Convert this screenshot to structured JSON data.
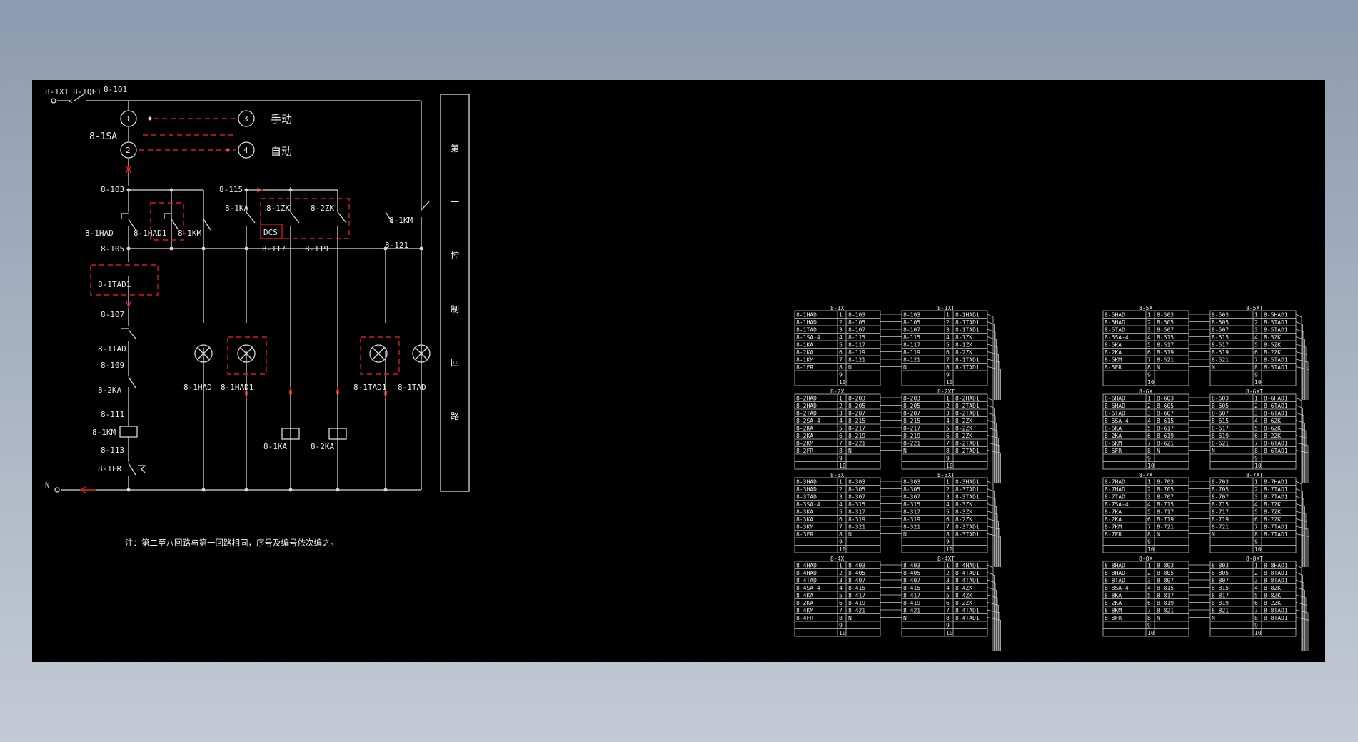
{
  "colors": {
    "background_outer": "#9aa6b8",
    "canvas": "#000000",
    "line": "#d8d8d8",
    "accent_red": "#d21e1e"
  },
  "schematic": {
    "top_labels": [
      "8-1X1",
      "8-1QF1",
      "8-101"
    ],
    "switch_label": "8-1SA",
    "switch_positions": [
      "1",
      "2",
      "3",
      "4"
    ],
    "manual_label": "手动",
    "auto_label": "自动",
    "wire_numbers": [
      "8-103",
      "8-105",
      "8-107",
      "8-109",
      "8-111",
      "8-113",
      "8-115",
      "8-117",
      "8-119",
      "8-121"
    ],
    "contacts": [
      "8-1HAD",
      "8-1HAD1",
      "8-1KM",
      "8-1KA",
      "8-1ZK",
      "8-2ZK",
      "8-1TAD1",
      "8-1TAD",
      "8-2KA",
      "8-1KM",
      "8-1FR"
    ],
    "coil_labels": [
      "8-1KA",
      "8-2KA"
    ],
    "dcs_label": "DCS",
    "lamp_labels": [
      "8-1HAD",
      "8-1HAD1",
      "8-1TAD1",
      "8-1TAD"
    ],
    "neutral_label": "N",
    "title_block_chars": [
      "第",
      "一",
      "控",
      "制",
      "回",
      "路"
    ],
    "note": "注：第二至八回路与第一回路相同，序号及编号依次编之。"
  },
  "terminal_tables": {
    "left_groups": [
      {
        "x_header": "8-1X",
        "xt_header": "8-1XT",
        "x_rows": [
          [
            "8-1HAD",
            "1",
            "8-103"
          ],
          [
            "8-1HAD",
            "2",
            "8-105"
          ],
          [
            "8-1TAD",
            "3",
            "8-107"
          ],
          [
            "8-1SA-4",
            "4",
            "8-115"
          ],
          [
            "8-1KA",
            "5",
            "8-117"
          ],
          [
            "8-2KA",
            "6",
            "8-119"
          ],
          [
            "8-1KM",
            "7",
            "8-121"
          ],
          [
            "8-1FR",
            "8",
            "N"
          ],
          [
            "",
            "9",
            ""
          ],
          [
            "",
            "10",
            ""
          ]
        ],
        "xt_rows": [
          [
            "8-103",
            "1",
            "8-1HAD1"
          ],
          [
            "8-105",
            "2",
            "8-1TAD1"
          ],
          [
            "8-107",
            "3",
            "8-1TAD1"
          ],
          [
            "8-115",
            "4",
            "8-1ZK"
          ],
          [
            "8-117",
            "5",
            "8-1ZK"
          ],
          [
            "8-119",
            "6",
            "8-2ZK"
          ],
          [
            "8-121",
            "7",
            "8-1TAD1"
          ],
          [
            "N",
            "8",
            "8-1TAD1"
          ],
          [
            "",
            "9",
            ""
          ],
          [
            "",
            "10",
            ""
          ]
        ]
      },
      {
        "x_header": "8-2X",
        "xt_header": "8-2XT",
        "x_rows": [
          [
            "8-2HAD",
            "1",
            "8-203"
          ],
          [
            "8-2HAD",
            "2",
            "8-205"
          ],
          [
            "8-2TAD",
            "3",
            "8-207"
          ],
          [
            "8-2SA-4",
            "4",
            "8-215"
          ],
          [
            "8-2KA",
            "5",
            "8-217"
          ],
          [
            "8-2KA",
            "6",
            "8-219"
          ],
          [
            "8-2KM",
            "7",
            "8-221"
          ],
          [
            "8-2FR",
            "8",
            "N"
          ],
          [
            "",
            "9",
            ""
          ],
          [
            "",
            "10",
            ""
          ]
        ],
        "xt_rows": [
          [
            "8-203",
            "1",
            "8-2HAD1"
          ],
          [
            "8-205",
            "2",
            "8-2TAD1"
          ],
          [
            "8-207",
            "3",
            "8-2TAD1"
          ],
          [
            "8-215",
            "4",
            "8-2ZK"
          ],
          [
            "8-217",
            "5",
            "8-2ZK"
          ],
          [
            "8-219",
            "6",
            "8-2ZK"
          ],
          [
            "8-221",
            "7",
            "8-2TAD1"
          ],
          [
            "N",
            "8",
            "8-2TAD1"
          ],
          [
            "",
            "9",
            ""
          ],
          [
            "",
            "10",
            ""
          ]
        ]
      },
      {
        "x_header": "8-3X",
        "xt_header": "8-3XT",
        "x_rows": [
          [
            "8-3HAD",
            "1",
            "8-303"
          ],
          [
            "8-3HAD",
            "2",
            "8-305"
          ],
          [
            "8-3TAD",
            "3",
            "8-307"
          ],
          [
            "8-3SA-4",
            "4",
            "8-315"
          ],
          [
            "8-3KA",
            "5",
            "8-317"
          ],
          [
            "8-3KA",
            "6",
            "8-319"
          ],
          [
            "8-3KM",
            "7",
            "8-321"
          ],
          [
            "8-3FR",
            "8",
            "N"
          ],
          [
            "",
            "9",
            ""
          ],
          [
            "",
            "10",
            ""
          ]
        ],
        "xt_rows": [
          [
            "8-303",
            "1",
            "8-3HAD1"
          ],
          [
            "8-305",
            "2",
            "8-3TAD1"
          ],
          [
            "8-307",
            "3",
            "8-3TAD1"
          ],
          [
            "8-315",
            "4",
            "8-3ZK"
          ],
          [
            "8-317",
            "5",
            "8-3ZK"
          ],
          [
            "8-319",
            "6",
            "8-2ZK"
          ],
          [
            "8-321",
            "7",
            "8-3TAD1"
          ],
          [
            "N",
            "8",
            "8-3TAD1"
          ],
          [
            "",
            "9",
            ""
          ],
          [
            "",
            "10",
            ""
          ]
        ]
      },
      {
        "x_header": "8-4X",
        "xt_header": "8-4XT",
        "x_rows": [
          [
            "8-4HAD",
            "1",
            "8-403"
          ],
          [
            "8-4HAD",
            "2",
            "8-405"
          ],
          [
            "8-4TAD",
            "3",
            "8-407"
          ],
          [
            "8-4SA-4",
            "4",
            "8-415"
          ],
          [
            "8-4KA",
            "5",
            "8-417"
          ],
          [
            "8-2KA",
            "6",
            "8-419"
          ],
          [
            "8-4KM",
            "7",
            "8-421"
          ],
          [
            "8-4FR",
            "8",
            "N"
          ],
          [
            "",
            "9",
            ""
          ],
          [
            "",
            "10",
            ""
          ]
        ],
        "xt_rows": [
          [
            "8-403",
            "1",
            "8-4HAD1"
          ],
          [
            "8-405",
            "2",
            "8-4TAD1"
          ],
          [
            "8-407",
            "3",
            "8-4TAD1"
          ],
          [
            "8-415",
            "4",
            "8-4ZK"
          ],
          [
            "8-417",
            "5",
            "8-4ZK"
          ],
          [
            "8-419",
            "6",
            "8-2ZK"
          ],
          [
            "8-421",
            "7",
            "8-4TAD1"
          ],
          [
            "N",
            "8",
            "8-4TAD1"
          ],
          [
            "",
            "9",
            ""
          ],
          [
            "",
            "10",
            ""
          ]
        ]
      }
    ],
    "right_groups": [
      {
        "x_header": "8-5X",
        "xt_header": "8-5XT",
        "x_rows": [
          [
            "8-5HAD",
            "1",
            "8-503"
          ],
          [
            "8-5HAD",
            "2",
            "8-505"
          ],
          [
            "8-5TAD",
            "3",
            "8-507"
          ],
          [
            "8-5SA-4",
            "4",
            "8-515"
          ],
          [
            "8-5KA",
            "5",
            "8-517"
          ],
          [
            "8-2KA",
            "6",
            "8-519"
          ],
          [
            "8-5KM",
            "7",
            "8-521"
          ],
          [
            "8-5FR",
            "8",
            "N"
          ],
          [
            "",
            "9",
            ""
          ],
          [
            "",
            "10",
            ""
          ]
        ],
        "xt_rows": [
          [
            "8-503",
            "1",
            "8-5HAD1"
          ],
          [
            "8-505",
            "2",
            "8-5TAD1"
          ],
          [
            "8-507",
            "3",
            "8-5TAD1"
          ],
          [
            "8-515",
            "4",
            "8-5ZK"
          ],
          [
            "8-517",
            "5",
            "8-5ZK"
          ],
          [
            "8-519",
            "6",
            "8-2ZK"
          ],
          [
            "8-521",
            "7",
            "8-5TAD1"
          ],
          [
            "N",
            "8",
            "8-5TAD1"
          ],
          [
            "",
            "9",
            ""
          ],
          [
            "",
            "10",
            ""
          ]
        ]
      },
      {
        "x_header": "8-6X",
        "xt_header": "8-6XT",
        "x_rows": [
          [
            "8-6HAD",
            "1",
            "8-603"
          ],
          [
            "8-6HAD",
            "2",
            "8-605"
          ],
          [
            "8-6TAD",
            "3",
            "8-607"
          ],
          [
            "8-6SA-4",
            "4",
            "8-615"
          ],
          [
            "8-6KA",
            "5",
            "8-617"
          ],
          [
            "8-2KA",
            "6",
            "8-619"
          ],
          [
            "8-6KM",
            "7",
            "8-621"
          ],
          [
            "8-6FR",
            "8",
            "N"
          ],
          [
            "",
            "9",
            ""
          ],
          [
            "",
            "10",
            ""
          ]
        ],
        "xt_rows": [
          [
            "8-603",
            "1",
            "8-6HAD1"
          ],
          [
            "8-605",
            "2",
            "8-6TAD1"
          ],
          [
            "8-607",
            "3",
            "8-6TAD1"
          ],
          [
            "8-615",
            "4",
            "8-6ZK"
          ],
          [
            "8-617",
            "5",
            "8-6ZK"
          ],
          [
            "8-619",
            "6",
            "8-2ZK"
          ],
          [
            "8-621",
            "7",
            "8-6TAD1"
          ],
          [
            "N",
            "8",
            "8-6TAD1"
          ],
          [
            "",
            "9",
            ""
          ],
          [
            "",
            "10",
            ""
          ]
        ]
      },
      {
        "x_header": "8-7X",
        "xt_header": "8-7XT",
        "x_rows": [
          [
            "8-7HAD",
            "1",
            "8-703"
          ],
          [
            "8-7HAD",
            "2",
            "8-705"
          ],
          [
            "8-7TAD",
            "3",
            "8-707"
          ],
          [
            "8-7SA-4",
            "4",
            "8-715"
          ],
          [
            "8-7KA",
            "5",
            "8-717"
          ],
          [
            "8-2KA",
            "6",
            "8-719"
          ],
          [
            "8-7KM",
            "7",
            "8-721"
          ],
          [
            "8-7FR",
            "8",
            "N"
          ],
          [
            "",
            "9",
            ""
          ],
          [
            "",
            "10",
            ""
          ]
        ],
        "xt_rows": [
          [
            "8-703",
            "1",
            "8-7HAD1"
          ],
          [
            "8-705",
            "2",
            "8-7TAD1"
          ],
          [
            "8-707",
            "3",
            "8-7TAD1"
          ],
          [
            "8-715",
            "4",
            "8-7ZK"
          ],
          [
            "8-717",
            "5",
            "8-7ZK"
          ],
          [
            "8-719",
            "6",
            "8-2ZK"
          ],
          [
            "8-721",
            "7",
            "8-7TAD1"
          ],
          [
            "N",
            "8",
            "8-7TAD1"
          ],
          [
            "",
            "9",
            ""
          ],
          [
            "",
            "10",
            ""
          ]
        ]
      },
      {
        "x_header": "8-8X",
        "xt_header": "8-8XT",
        "x_rows": [
          [
            "8-8HAD",
            "1",
            "8-803"
          ],
          [
            "8-8HAD",
            "2",
            "8-805"
          ],
          [
            "8-8TAD",
            "3",
            "8-807"
          ],
          [
            "8-8SA-4",
            "4",
            "8-815"
          ],
          [
            "8-8KA",
            "5",
            "8-817"
          ],
          [
            "8-2KA",
            "6",
            "8-819"
          ],
          [
            "8-8KM",
            "7",
            "8-821"
          ],
          [
            "8-8FR",
            "8",
            "N"
          ],
          [
            "",
            "9",
            ""
          ],
          [
            "",
            "10",
            ""
          ]
        ],
        "xt_rows": [
          [
            "8-803",
            "1",
            "8-8HAD1"
          ],
          [
            "8-805",
            "2",
            "8-8TAD1"
          ],
          [
            "8-807",
            "3",
            "8-8TAD1"
          ],
          [
            "8-815",
            "4",
            "8-8ZK"
          ],
          [
            "8-817",
            "5",
            "8-8ZK"
          ],
          [
            "8-819",
            "6",
            "8-2ZK"
          ],
          [
            "8-821",
            "7",
            "8-8TAD1"
          ],
          [
            "N",
            "8",
            "8-8TAD1"
          ],
          [
            "",
            "9",
            ""
          ],
          [
            "",
            "10",
            ""
          ]
        ]
      }
    ]
  }
}
